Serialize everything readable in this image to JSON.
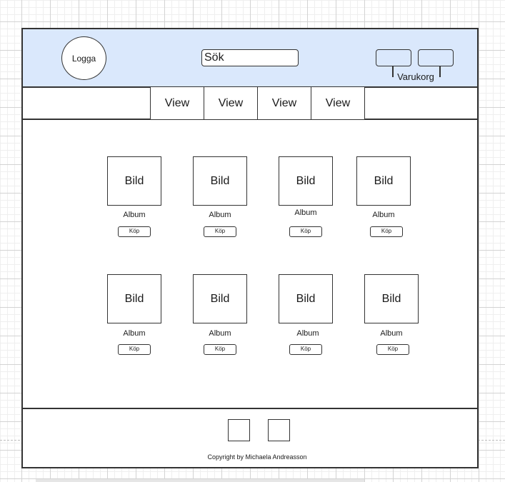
{
  "header": {
    "logo_label": "Logga",
    "search_placeholder": "Sök",
    "cart_label": "Varukorg",
    "background_color": "#dae8fc"
  },
  "nav": {
    "tabs": [
      {
        "label": "View"
      },
      {
        "label": "View"
      },
      {
        "label": "View"
      },
      {
        "label": "View"
      }
    ]
  },
  "products": [
    {
      "image_label": "Bild",
      "title": "Album",
      "buy_label": "Köp"
    },
    {
      "image_label": "Bild",
      "title": "Album",
      "buy_label": "Köp"
    },
    {
      "image_label": "Bild",
      "title": "Album",
      "buy_label": "Köp"
    },
    {
      "image_label": "Bild",
      "title": "Album",
      "buy_label": "Köp"
    },
    {
      "image_label": "Bild",
      "title": "Album",
      "buy_label": "Köp"
    },
    {
      "image_label": "Bild",
      "title": "Album",
      "buy_label": "Köp"
    },
    {
      "image_label": "Bild",
      "title": "Album",
      "buy_label": "Köp"
    },
    {
      "image_label": "Bild",
      "title": "Album",
      "buy_label": "Köp"
    }
  ],
  "footer": {
    "copyright": "Copyright by Michaela Andreasson"
  }
}
